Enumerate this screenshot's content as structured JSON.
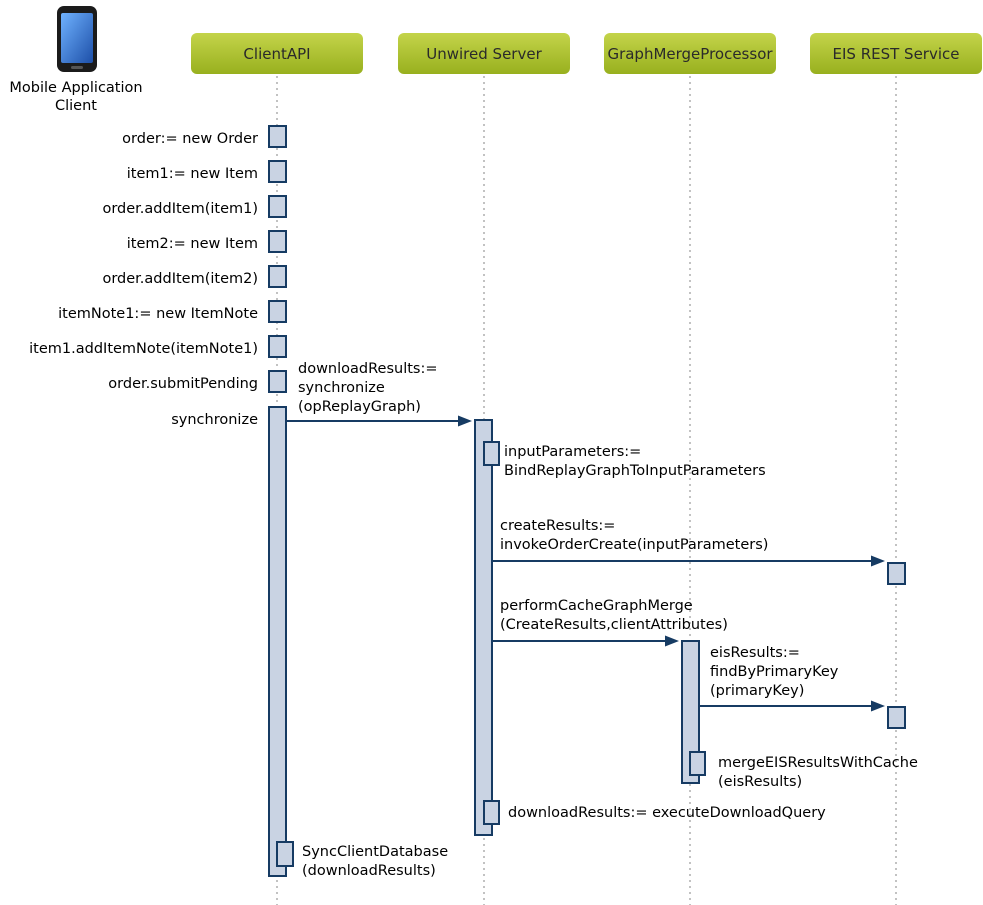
{
  "actor": {
    "label_line1": "Mobile Application",
    "label_line2": "Client"
  },
  "participants": [
    {
      "label": "ClientAPI"
    },
    {
      "label": "Unwired Server"
    },
    {
      "label": "GraphMergeProcessor"
    },
    {
      "label": "EIS REST Service"
    }
  ],
  "client_calls": [
    "order:= new Order",
    "item1:= new Item",
    "order.addItem(item1)",
    "item2:= new Item",
    "order.addItem(item2)",
    "itemNote1:= new ItemNote",
    "item1.addItemNote(itemNote1)",
    "order.submitPending",
    "synchronize"
  ],
  "messages": {
    "sync_call": [
      "downloadResults:=",
      "synchronize",
      "(opReplayGraph)"
    ],
    "bind_params": [
      "inputParameters:=",
      "BindReplayGraphToInputParameters"
    ],
    "create_results": [
      "createResults:=",
      "invokeOrderCreate(inputParameters)"
    ],
    "cache_merge": [
      "performCacheGraphMerge",
      "(CreateResults,clientAttributes)"
    ],
    "find_by_pk": [
      "eisResults:=",
      "findByPrimaryKey",
      "(primaryKey)"
    ],
    "merge_eis": [
      "mergeEISResultsWithCache",
      "(eisResults)"
    ],
    "download_query": [
      "downloadResults:= executeDownloadQuery"
    ],
    "sync_db": [
      "SyncClientDatabase",
      "(downloadResults)"
    ]
  },
  "colors": {
    "header_top": "#c4d44a",
    "header_bottom": "#98b01e",
    "activation_fill": "#c9d3e3",
    "activation_stroke": "#163b63",
    "phone_screen": "#3a7bd5"
  }
}
